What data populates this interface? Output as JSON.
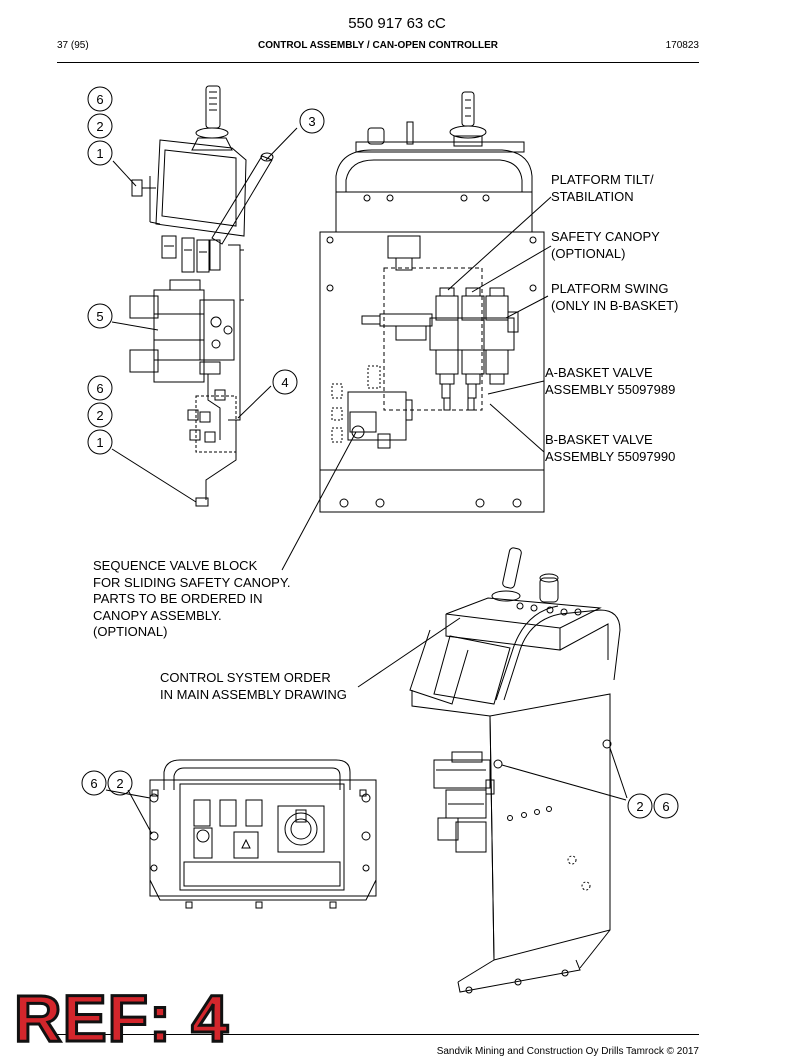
{
  "header": {
    "doc_number": "550 917 63 cC",
    "page_ref": "37 (95)",
    "title": "CONTROL ASSEMBLY / CAN-OPEN CONTROLLER",
    "date_code": "170823"
  },
  "callouts": {
    "c1": "6",
    "c2": "2",
    "c3": "1",
    "c4": "3",
    "c5": "5",
    "c6": "6",
    "c7": "2",
    "c8": "1",
    "c9": "4",
    "c10": "6",
    "c11": "2",
    "c12": "2",
    "c13": "6"
  },
  "labels": {
    "platform_tilt": [
      "PLATFORM TILT/",
      "STABILATION"
    ],
    "safety_canopy": [
      "SAFETY CANOPY",
      "(OPTIONAL)"
    ],
    "platform_swing": [
      "PLATFORM SWING",
      "(ONLY IN B-BASKET)"
    ],
    "a_basket": [
      "A-BASKET VALVE",
      "ASSEMBLY 55097989"
    ],
    "b_basket": [
      "B-BASKET VALVE",
      "ASSEMBLY 55097990"
    ],
    "sequence_valve": [
      "SEQUENCE VALVE BLOCK",
      "FOR SLIDING SAFETY CANOPY.",
      "PARTS TO BE ORDERED IN",
      "CANOPY ASSEMBLY.",
      "(OPTIONAL)"
    ],
    "control_system": [
      "CONTROL SYSTEM ORDER",
      "IN MAIN ASSEMBLY DRAWING"
    ]
  },
  "stamp": "REF: 4",
  "footer": "Sandvik Mining and Construction Oy Drills Tamrock © 2017"
}
